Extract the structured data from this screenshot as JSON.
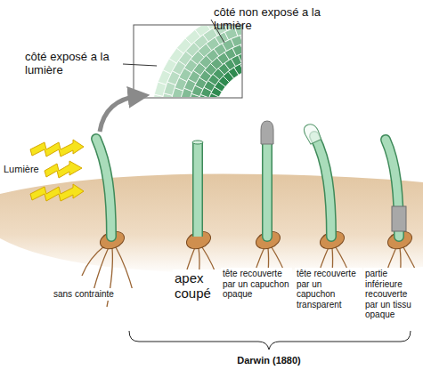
{
  "diagram": {
    "labels": [
      "côté non exposé a la lumière",
      "côté exposé a la lumière",
      "Lumière",
      "sans contrainte",
      "apex coupé",
      "tête recouverte par un capuchon opaque",
      "tête recouverte par un capuchon transparent",
      "partie inférieure recouverte par un tissu opaque",
      "Darwin (1880)"
    ]
  }
}
